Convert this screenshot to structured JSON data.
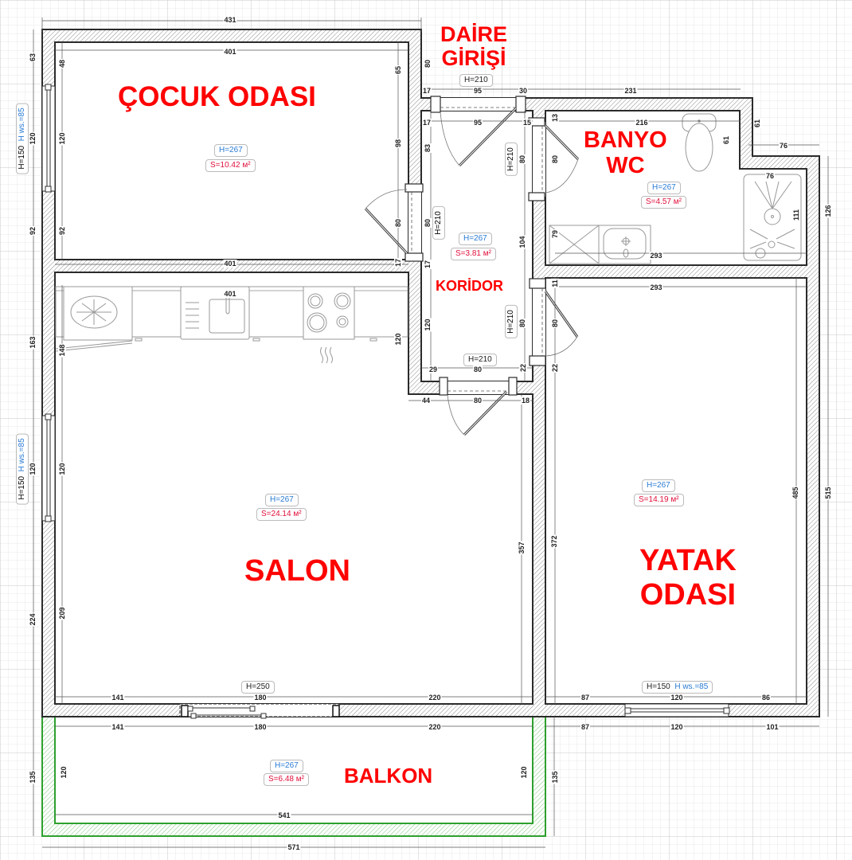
{
  "plan": {
    "colors": {
      "wall": "#2b2b2b",
      "hatch": "#9a9a9a",
      "balcony": "#2ea02e",
      "room_label": "#ff0000",
      "height_tag": "#2a7bd4",
      "area_tag": "#e0103c",
      "grid": "#dcdcdc"
    },
    "rooms": [
      {
        "id": "cocuk",
        "label": "ÇOCUK ODASI",
        "height": "H=267",
        "area": "S=10.42 м²"
      },
      {
        "id": "giris",
        "label_line1": "DAİRE",
        "label_line2": "GİRİŞİ"
      },
      {
        "id": "banyo",
        "label_line1": "BANYO",
        "label_line2": "WC",
        "height": "H=267",
        "area": "S=4.57 м²"
      },
      {
        "id": "koridor",
        "label": "KORİDOR",
        "height": "H=267",
        "area": "S=3.81 м²"
      },
      {
        "id": "salon",
        "label": "SALON",
        "height": "H=267",
        "area": "S=24.14 м²"
      },
      {
        "id": "yatak",
        "label_line1": "YATAK",
        "label_line2": "ODASI",
        "height": "H=267",
        "area": "S=14.19 м²"
      },
      {
        "id": "balkon",
        "label": "BALKON",
        "height": "H=267",
        "area": "S=6.48 м²"
      }
    ],
    "door_tags": {
      "entry": "H=210",
      "bath": "H=210",
      "child": "H=210",
      "salon": "H=210",
      "bedroom": "H=210",
      "balcony_door": "H=250"
    },
    "window_tags": {
      "child": {
        "h": "H=150",
        "ws": "H ws.=85"
      },
      "salon": {
        "h": "H=150",
        "ws": "H ws.=85"
      },
      "bedroom": {
        "h": "H=150",
        "ws": "H ws.=85"
      }
    },
    "dimensions": {
      "top_total": "431",
      "child_top": "401",
      "child_bottom": "401",
      "kitchen": "401",
      "left_63": "63",
      "left_48": "48",
      "left_120a": "120",
      "left_120b": "120",
      "left_92a": "92",
      "left_92b": "92",
      "child_right_65": "65",
      "child_right_98": "98",
      "child_right_80": "80",
      "child_right_17": "17",
      "entry_17a": "17",
      "entry_95a": "95",
      "entry_30": "30",
      "bath_231": "231",
      "entry_17b": "17",
      "entry_95b": "95",
      "entry_15": "15",
      "entry_13": "13",
      "entry_80": "80",
      "cor_83": "83",
      "cor_80a": "80",
      "cor_80b": "80",
      "cor_17": "17",
      "cor_104": "104",
      "cor_120": "120",
      "cor_80c": "80",
      "cor_80d": "80",
      "bath_216": "216",
      "bath_61a": "61",
      "bath_61b": "61",
      "bath_76a": "76",
      "bath_76b": "76",
      "bath_111": "111",
      "bath_126": "126",
      "bath_79": "79",
      "bath_293": "293",
      "bath_80": "80",
      "bed_293": "293",
      "bed_11": "11",
      "bed_22a": "22",
      "bed_22b": "22",
      "salon_29": "29",
      "salon_80a": "80",
      "salon_44": "44",
      "salon_80b": "80",
      "salon_18": "18",
      "left_163": "163",
      "left_148": "148",
      "kitchen_120": "120",
      "salon_left_120a": "120",
      "salon_left_120b": "120",
      "left_224": "224",
      "left_209": "209",
      "salon_357": "357",
      "bed_372": "372",
      "bed_485": "485",
      "right_515": "515",
      "salon_141a": "141",
      "salon_180a": "180",
      "salon_220a": "220",
      "bed_87a": "87",
      "bed_120a": "120",
      "bed_86": "86",
      "balc_141": "141",
      "balc_180": "180",
      "balc_220": "220",
      "bed_87b": "87",
      "bed_120b": "120",
      "bed_101": "101",
      "balc_135a": "135",
      "balc_120a": "120",
      "balc_120b": "120",
      "balc_135b": "135",
      "balc_541": "541",
      "bottom_571": "571"
    }
  }
}
